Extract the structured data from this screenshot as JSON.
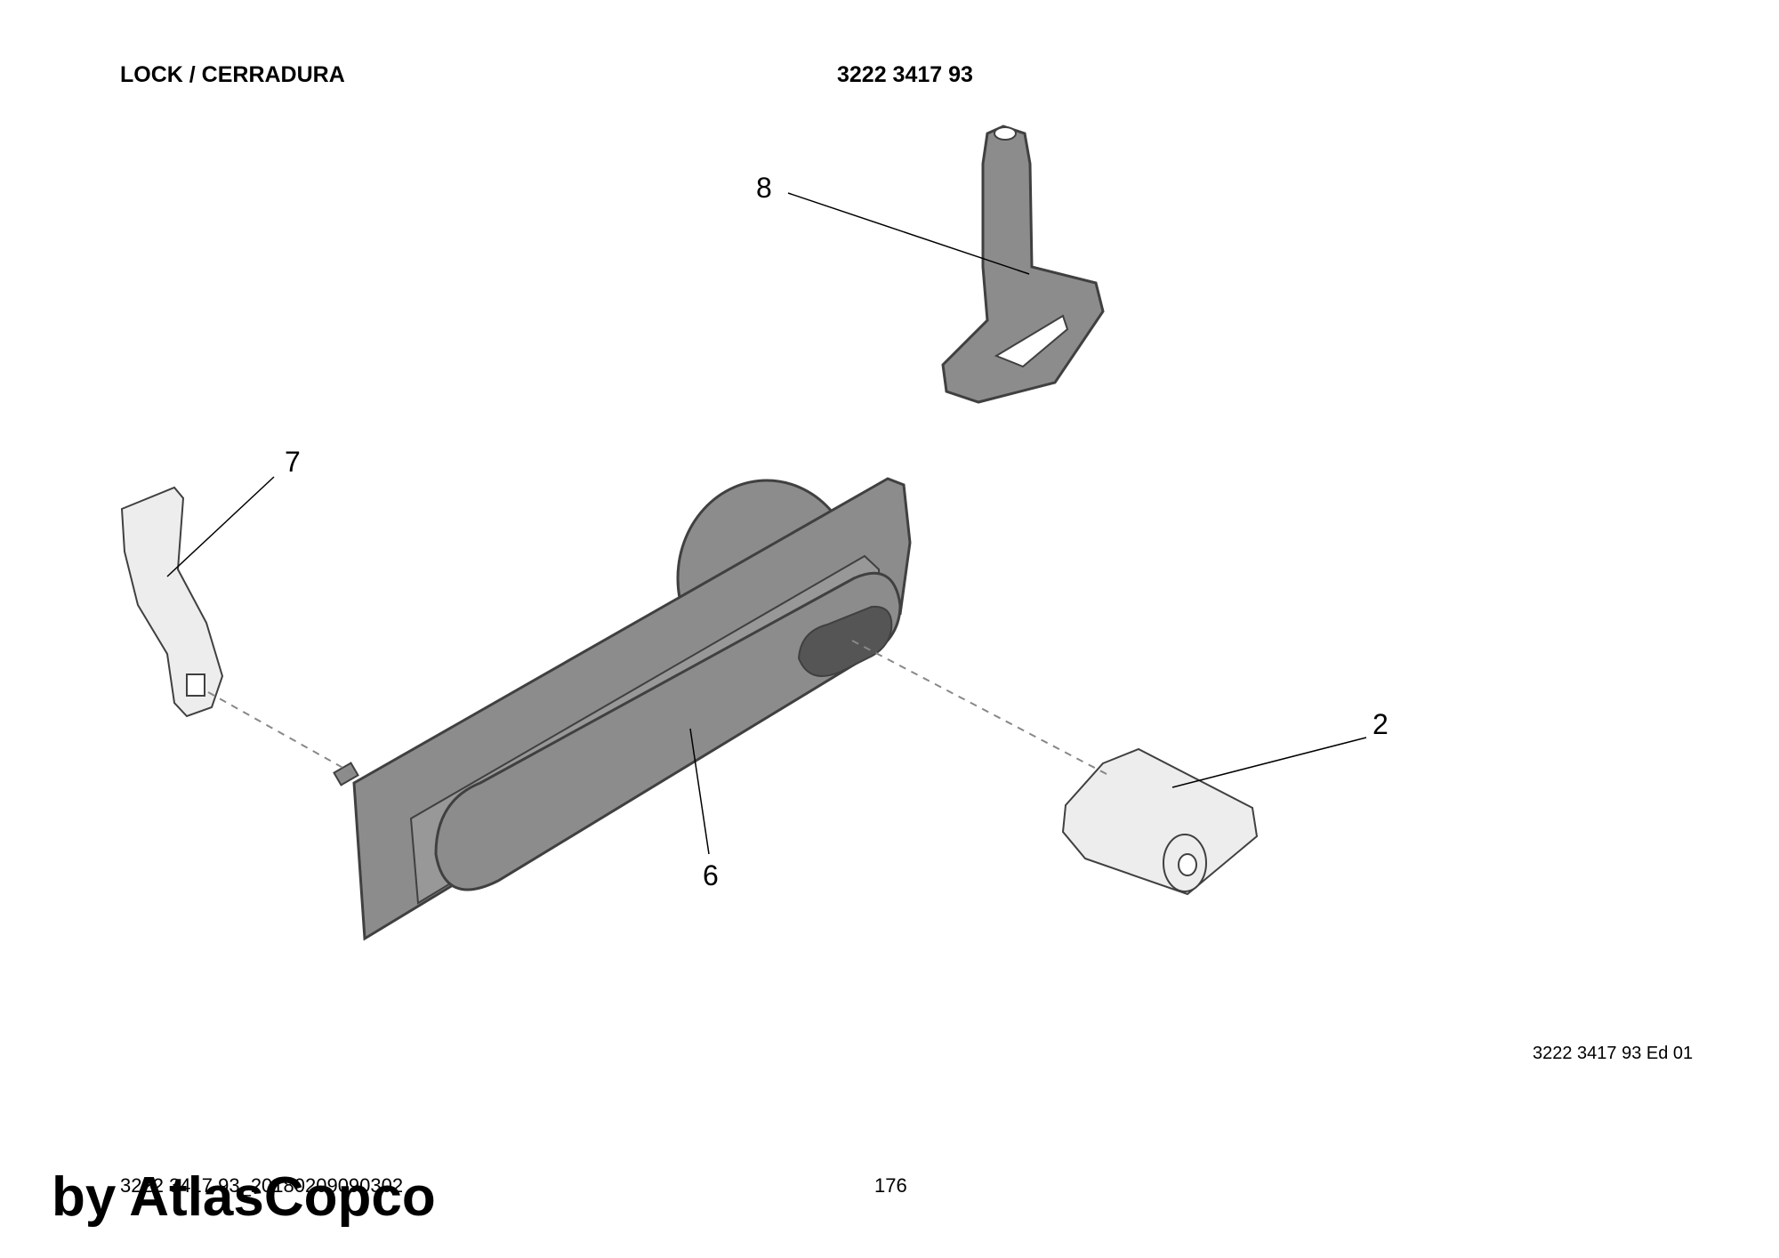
{
  "header": {
    "title": "LOCK / CERRADURA",
    "part_number": "3222 3417 93"
  },
  "edition": "3222 3417 93 Ed 01",
  "footer": {
    "document_id": "3222 3417 93_20180209090302",
    "page_number": "176"
  },
  "watermark": "by AtlasCopco",
  "callouts": {
    "item_8": "8",
    "item_7": "7",
    "item_6": "6",
    "item_2": "2"
  },
  "colors": {
    "dark_part": "#8c8c8c",
    "light_part": "#ededed",
    "outline": "#404040"
  }
}
